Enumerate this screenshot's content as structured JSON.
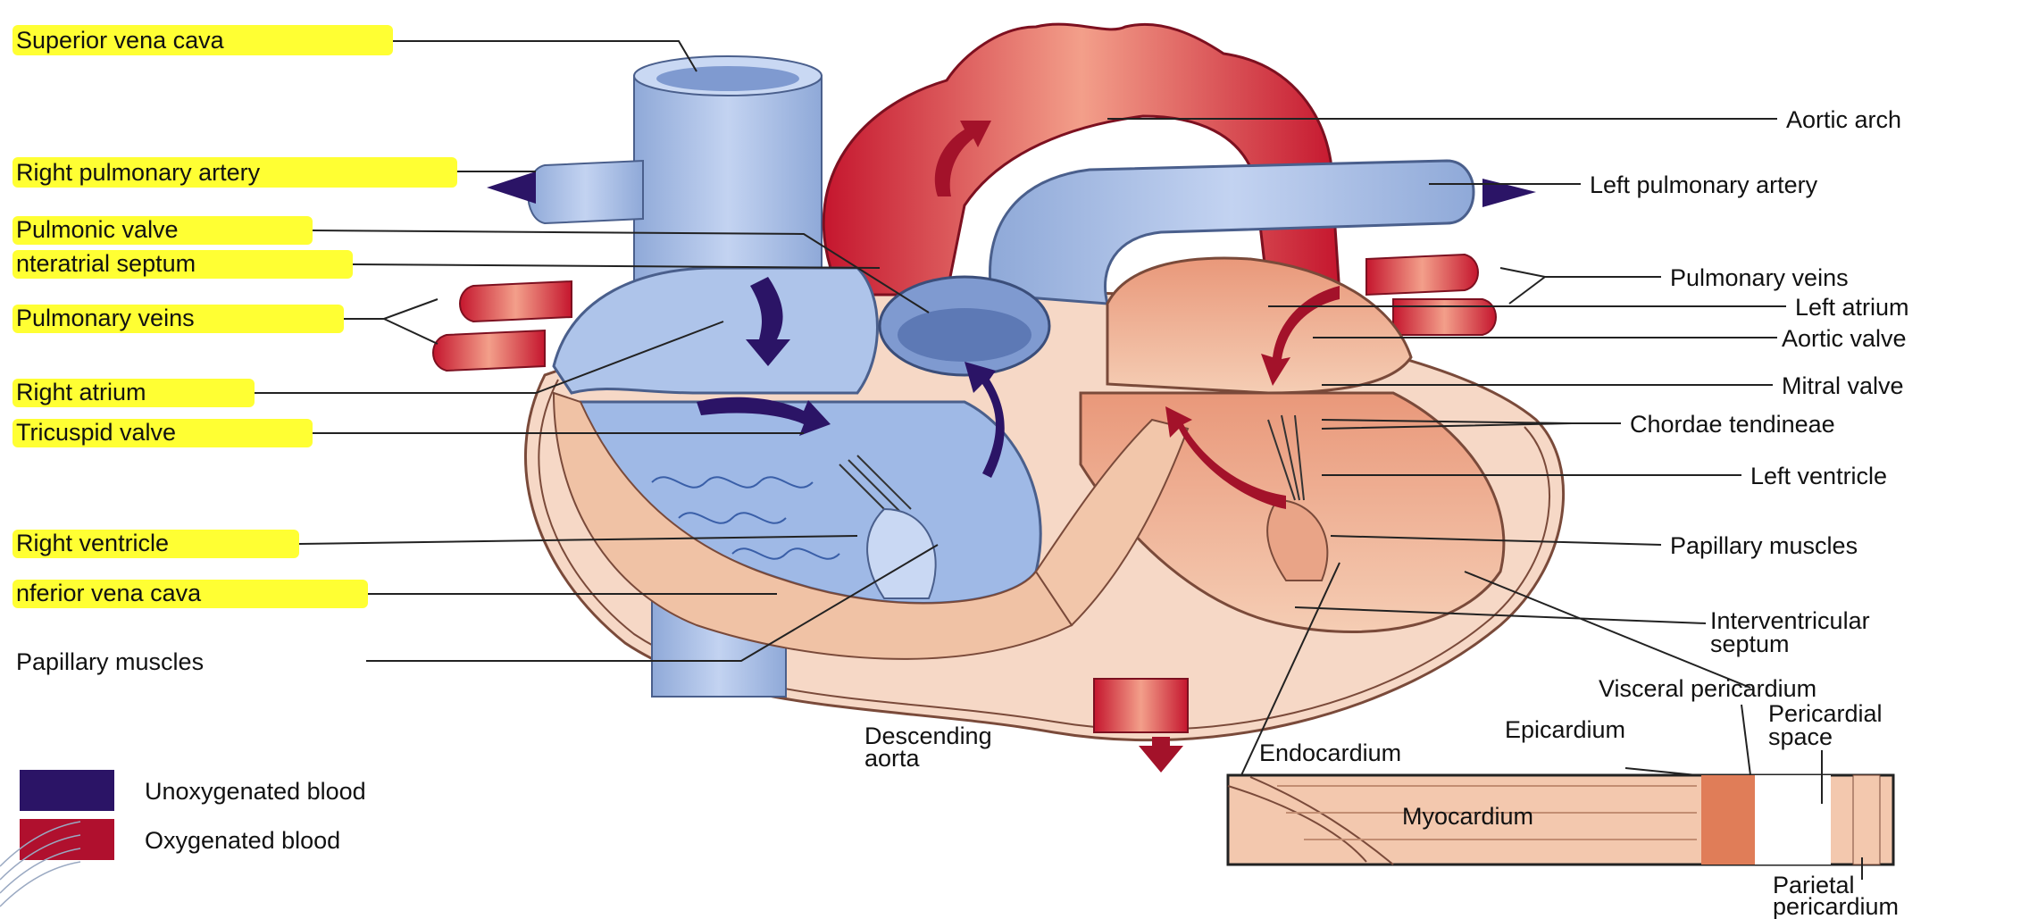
{
  "labels_left": [
    "Superior vena cava",
    "Right pulmonary artery",
    "Pulmonic valve",
    "nteratrial septum",
    "Pulmonary veins",
    "Right atrium",
    "Tricuspid valve",
    "Right ventricle",
    "nferior vena cava",
    "Papillary muscles"
  ],
  "labels_right": [
    "Aortic arch",
    "Left pulmonary artery",
    "Pulmonary veins",
    "Left atrium",
    "Aortic valve",
    "Mitral valve",
    "Chordae tendineae",
    "Left ventricle",
    "Papillary muscles",
    "Interventricular",
    "septum"
  ],
  "labels_bottom": {
    "descending_aorta_1": "Descending",
    "descending_aorta_2": "aorta",
    "visceral_pericardium": "Visceral pericardium",
    "pericardial_space_1": "Pericardial",
    "pericardial_space_2": "space",
    "epicardium": "Epicardium",
    "endocardium": "Endocardium",
    "myocardium": "Myocardium",
    "parietal_pericardium_1": "Parietal",
    "parietal_pericardium_2": "pericardium"
  },
  "legend": {
    "unoxygenated": {
      "label": "Unoxygenated blood",
      "color": "#2b1466"
    },
    "oxygenated": {
      "label": "Oxygenated blood",
      "color": "#b0102e"
    }
  },
  "colors": {
    "highlight": "#ffff33",
    "deoxygenated_vessel": "#a9c1e8",
    "oxygenated_vessel": "#d2233a",
    "heart_muscle": "#f1c3a6"
  }
}
